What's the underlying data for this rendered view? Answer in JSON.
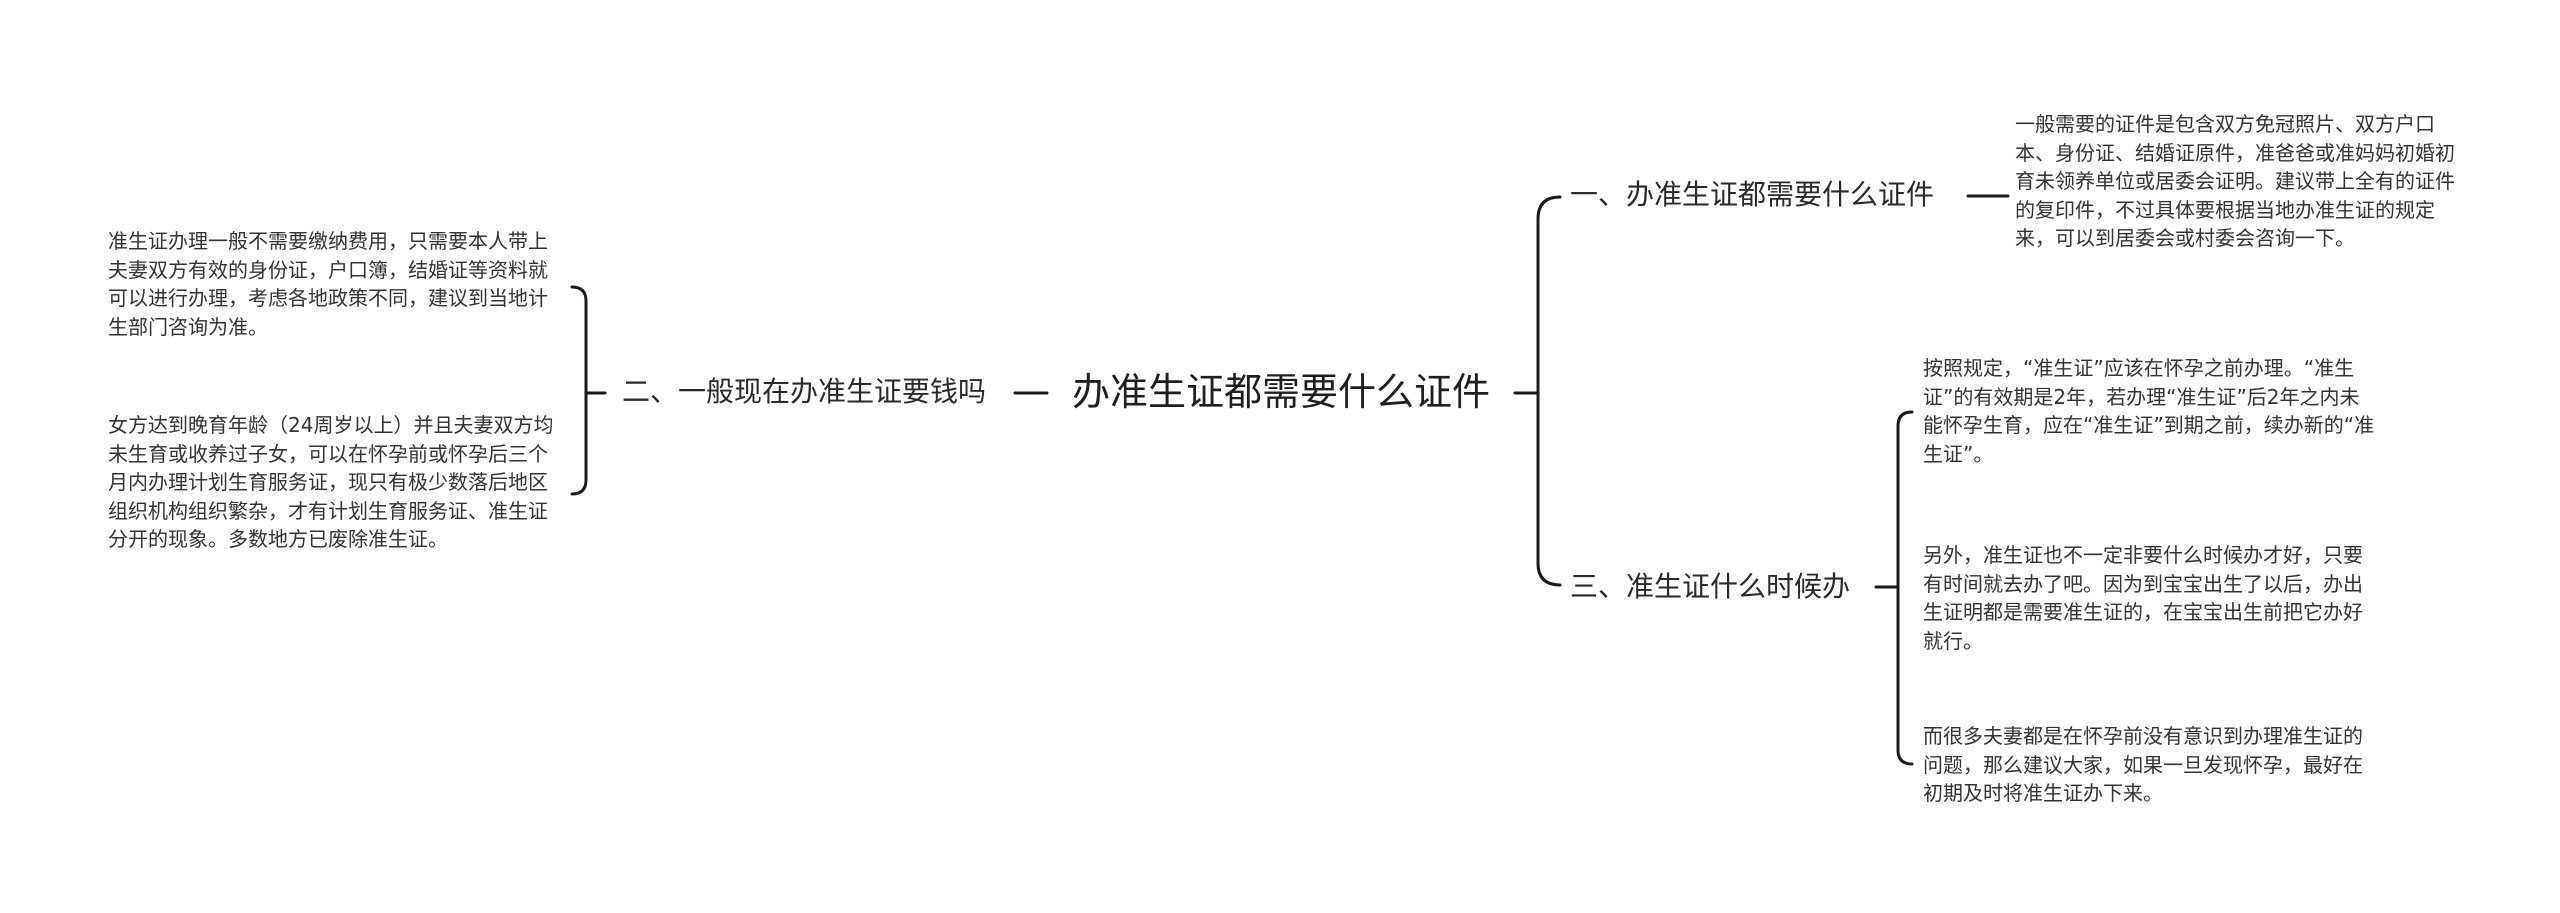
{
  "root": {
    "label": "办准生证都需要什么证件"
  },
  "branches": [
    {
      "label": "一、办准生证都需要什么证件",
      "leaves": [
        "一般需要的证件是包含双方免冠照片、双方户口本、身份证、结婚证原件，准爸爸或准妈妈初婚初育未领养单位或居委会证明。建议带上全有的证件的复印件，不过具体要根据当地办准生证的规定来，可以到居委会或村委会咨询一下。"
      ]
    },
    {
      "label": "二、一般现在办准生证要钱吗",
      "leaves": [
        "准生证办理一般不需要缴纳费用，只需要本人带上夫妻双方有效的身份证，户口簿，结婚证等资料就可以进行办理，考虑各地政策不同，建议到当地计生部门咨询为准。",
        "女方达到晚育年龄（24周岁以上）并且夫妻双方均未生育或收养过子女，可以在怀孕前或怀孕后三个月内办理计划生育服务证，现只有极少数落后地区组织机构组织繁杂，才有计划生育服务证、准生证分开的现象。多数地方已废除准生证。"
      ]
    },
    {
      "label": "三、准生证什么时候办",
      "leaves": [
        "按照规定，“准生证”应该在怀孕之前办理。“准生证”的有效期是2年，若办理“准生证”后2年之内未能怀孕生育，应在“准生证”到期之前，续办新的“准生证”。",
        "另外，准生证也不一定非要什么时候办才好，只要有时间就去办了吧。因为到宝宝出生了以后，办出生证明都是需要准生证的，在宝宝出生前把它办好就行。",
        "而很多夫妻都是在怀孕前没有意识到办理准生证的问题，那么建议大家，如果一旦发现怀孕，最好在初期及时将准生证办下来。"
      ]
    }
  ]
}
